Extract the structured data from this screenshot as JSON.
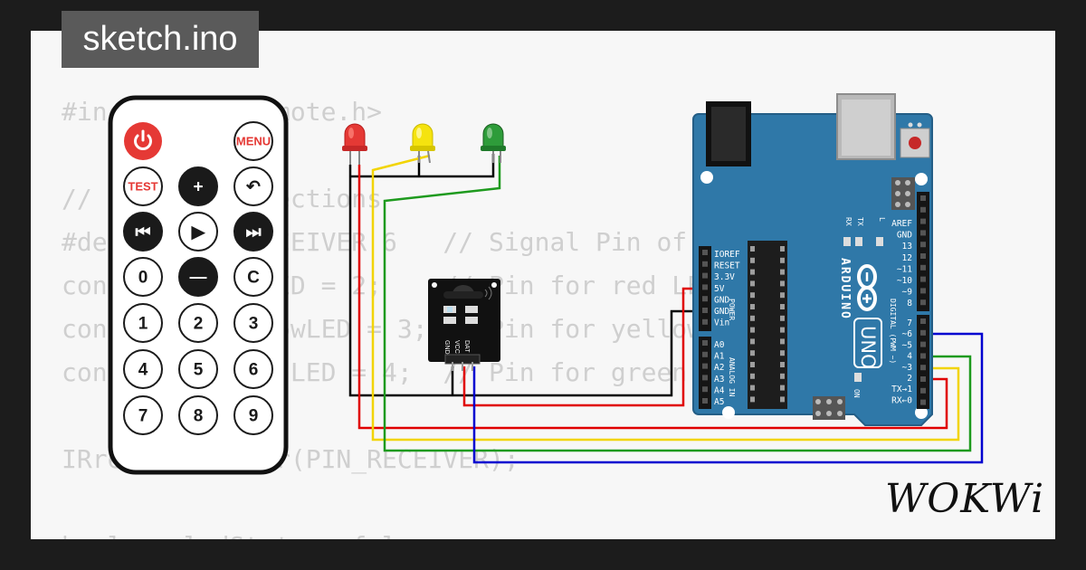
{
  "title": "sketch.ino",
  "brand": "WOKWi",
  "code_lines": [
    "#include <IRremote.h>",
    "",
    "// Define connections",
    "#define PIN_RECEIVER 6   // Signal Pin of IR receiver",
    "const int redLED = 2;    // Pin for red LED",
    "const int yellowLED = 3; // Pin for yellow LED",
    "const int greenLED = 4;  // Pin for green LED",
    "",
    "IRrecv receiver(PIN_RECEIVER);",
    "",
    "boolean ledState = false;"
  ],
  "remote": {
    "buttons": [
      {
        "name": "power-button",
        "label": "",
        "type": "power"
      },
      {
        "name": "menu-button",
        "label": "MENU",
        "type": "red-text"
      },
      {
        "name": "test-button",
        "label": "TEST",
        "type": "red-text"
      },
      {
        "name": "plus-button",
        "label": "+",
        "type": "dark"
      },
      {
        "name": "back-button",
        "label": "↶",
        "type": "light"
      },
      {
        "name": "prev-button",
        "label": "⏮",
        "type": "dark"
      },
      {
        "name": "play-button",
        "label": "▶",
        "type": "light"
      },
      {
        "name": "next-button",
        "label": "⏭",
        "type": "dark"
      },
      {
        "name": "digit-0-button",
        "label": "0",
        "type": "light"
      },
      {
        "name": "minus-button",
        "label": "—",
        "type": "dark"
      },
      {
        "name": "c-button",
        "label": "C",
        "type": "light"
      },
      {
        "name": "digit-1-button",
        "label": "1",
        "type": "light"
      },
      {
        "name": "digit-2-button",
        "label": "2",
        "type": "light"
      },
      {
        "name": "digit-3-button",
        "label": "3",
        "type": "light"
      },
      {
        "name": "digit-4-button",
        "label": "4",
        "type": "light"
      },
      {
        "name": "digit-5-button",
        "label": "5",
        "type": "light"
      },
      {
        "name": "digit-6-button",
        "label": "6",
        "type": "light"
      },
      {
        "name": "digit-7-button",
        "label": "7",
        "type": "light"
      },
      {
        "name": "digit-8-button",
        "label": "8",
        "type": "light"
      },
      {
        "name": "digit-9-button",
        "label": "9",
        "type": "light"
      }
    ]
  },
  "leds": [
    {
      "name": "red",
      "color": "#e53935"
    },
    {
      "name": "yellow",
      "color": "#f5e30f"
    },
    {
      "name": "green",
      "color": "#2e9c3a"
    }
  ],
  "ir_receiver": {
    "pins": [
      "GND",
      "VCC",
      "DAT"
    ]
  },
  "arduino": {
    "name": "UNO",
    "brand": "ARDUINO",
    "power_labels": [
      "IOREF",
      "RESET",
      "3.3V",
      "5V",
      "GND",
      "GND",
      "Vin"
    ],
    "power_title": "POWER",
    "analog_labels": [
      "A0",
      "A1",
      "A2",
      "A3",
      "A4",
      "A5"
    ],
    "analog_title": "ANALOG IN",
    "top_labels": [
      "AREF",
      "GND",
      "13",
      "12",
      "~11",
      "~10",
      "~9",
      "8"
    ],
    "digital_labels": [
      "7",
      "~6",
      "~5",
      "4",
      "~3",
      "2",
      "TX→1",
      "RX←0"
    ],
    "digital_title": "DIGITAL (PWM ~)",
    "led_labels": [
      "RX",
      "TX",
      "L"
    ],
    "on_label": "ON",
    "board_color": "#2f78a8"
  },
  "wire_colors": {
    "red": "#e00000",
    "yellow": "#f2d400",
    "green": "#1e9a1e",
    "blue": "#0000d0",
    "black": "#000000"
  }
}
